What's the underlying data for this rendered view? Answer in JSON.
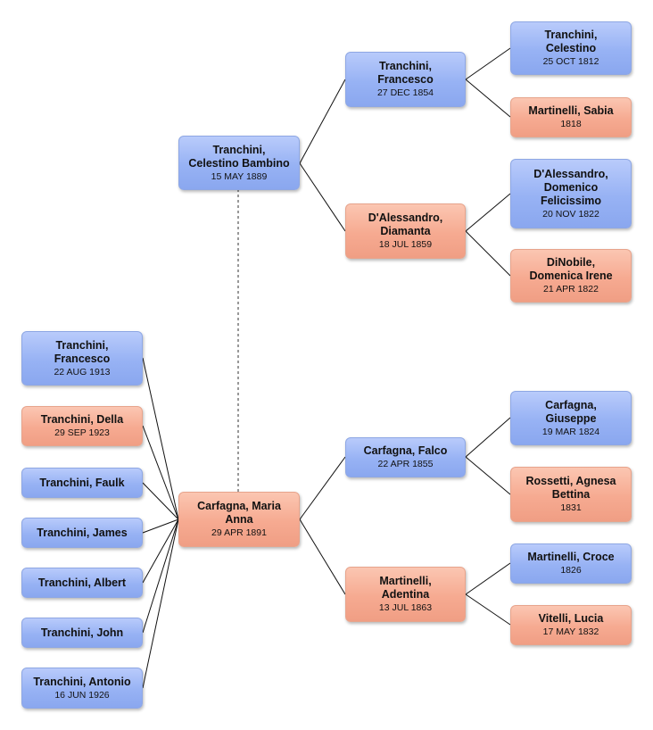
{
  "people": {
    "focus": {
      "name_lines": [
        "Carfagna, Maria",
        "Anna"
      ],
      "date": "29 APR 1891",
      "sex": "female"
    },
    "spouse": {
      "name_lines": [
        "Tranchini,",
        "Celestino Bambino"
      ],
      "date": "15 MAY 1889",
      "sex": "male"
    },
    "spouse_father": {
      "name_lines": [
        "Tranchini,",
        "Francesco"
      ],
      "date": "27 DEC 1854",
      "sex": "male"
    },
    "spouse_mother": {
      "name_lines": [
        "D'Alessandro,",
        "Diamanta"
      ],
      "date": "18 JUL 1859",
      "sex": "female"
    },
    "spouse_pgf": {
      "name_lines": [
        "Tranchini,",
        "Celestino"
      ],
      "date": "25 OCT 1812",
      "sex": "male"
    },
    "spouse_pgm": {
      "name_lines": [
        "Martinelli, Sabia"
      ],
      "date": "1818",
      "sex": "female"
    },
    "spouse_mgf": {
      "name_lines": [
        "D'Alessandro,",
        "Domenico",
        "Felicissimo"
      ],
      "date": "20 NOV 1822",
      "sex": "male"
    },
    "spouse_mgm": {
      "name_lines": [
        "DiNobile,",
        "Domenica Irene"
      ],
      "date": "21 APR 1822",
      "sex": "female"
    },
    "father": {
      "name_lines": [
        "Carfagna, Falco"
      ],
      "date": "22 APR 1855",
      "sex": "male"
    },
    "mother": {
      "name_lines": [
        "Martinelli,",
        "Adentina"
      ],
      "date": "13 JUL 1863",
      "sex": "female"
    },
    "pgf": {
      "name_lines": [
        "Carfagna,",
        "Giuseppe"
      ],
      "date": "19 MAR 1824",
      "sex": "male"
    },
    "pgm": {
      "name_lines": [
        "Rossetti, Agnesa",
        "Bettina"
      ],
      "date": "1831",
      "sex": "female"
    },
    "mgf": {
      "name_lines": [
        "Martinelli, Croce"
      ],
      "date": "1826",
      "sex": "male"
    },
    "mgm": {
      "name_lines": [
        "Vitelli, Lucia"
      ],
      "date": "17 MAY 1832",
      "sex": "female"
    },
    "child1": {
      "name_lines": [
        "Tranchini,",
        "Francesco"
      ],
      "date": "22 AUG 1913",
      "sex": "male"
    },
    "child2": {
      "name_lines": [
        "Tranchini, Della"
      ],
      "date": "29 SEP 1923",
      "sex": "female"
    },
    "child3": {
      "name_lines": [
        "Tranchini, Faulk"
      ],
      "date": "",
      "sex": "male"
    },
    "child4": {
      "name_lines": [
        "Tranchini, James"
      ],
      "date": "",
      "sex": "male"
    },
    "child5": {
      "name_lines": [
        "Tranchini, Albert"
      ],
      "date": "",
      "sex": "male"
    },
    "child6": {
      "name_lines": [
        "Tranchini, John"
      ],
      "date": "",
      "sex": "male"
    },
    "child7": {
      "name_lines": [
        "Tranchini, Antonio"
      ],
      "date": "16 JUN 1926",
      "sex": "male"
    }
  },
  "colors": {
    "male_fill": "#97b2f4",
    "female_fill": "#f6aa91",
    "line": "#111111",
    "marriage_line": "#555555"
  }
}
